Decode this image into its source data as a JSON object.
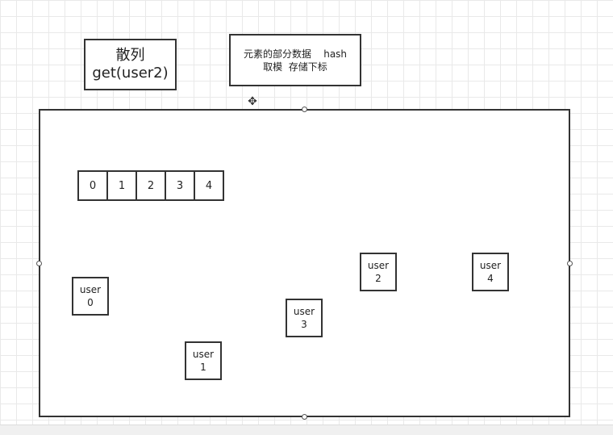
{
  "title_box": {
    "line1": "散列",
    "line2": "get(user2)"
  },
  "note_box": {
    "line1": "元素的部分数据    hash",
    "line2": "取模  存储下标"
  },
  "array_cells": [
    "0",
    "1",
    "2",
    "3",
    "4"
  ],
  "users": [
    {
      "label": "user",
      "index": "0"
    },
    {
      "label": "user",
      "index": "1"
    },
    {
      "label": "user",
      "index": "2"
    },
    {
      "label": "user",
      "index": "3"
    },
    {
      "label": "user",
      "index": "4"
    }
  ],
  "icons": {
    "move_cursor": "move-cursor-icon"
  }
}
